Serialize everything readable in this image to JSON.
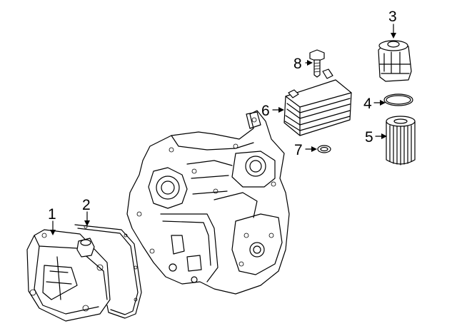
{
  "callouts": [
    {
      "id": "1",
      "label": "1"
    },
    {
      "id": "2",
      "label": "2"
    },
    {
      "id": "3",
      "label": "3"
    },
    {
      "id": "4",
      "label": "4"
    },
    {
      "id": "5",
      "label": "5"
    },
    {
      "id": "6",
      "label": "6"
    },
    {
      "id": "7",
      "label": "7"
    },
    {
      "id": "8",
      "label": "8"
    }
  ],
  "parts": [
    {
      "part": "oil-pan",
      "callout": "1"
    },
    {
      "part": "pan-gasket",
      "callout": "2"
    },
    {
      "part": "filter-housing-cap",
      "callout": "3"
    },
    {
      "part": "o-ring-seal",
      "callout": "4"
    },
    {
      "part": "oil-filter-element",
      "callout": "5"
    },
    {
      "part": "oil-cooler",
      "callout": "6"
    },
    {
      "part": "small-seal-ring",
      "callout": "7"
    },
    {
      "part": "mounting-bolt",
      "callout": "8"
    }
  ]
}
